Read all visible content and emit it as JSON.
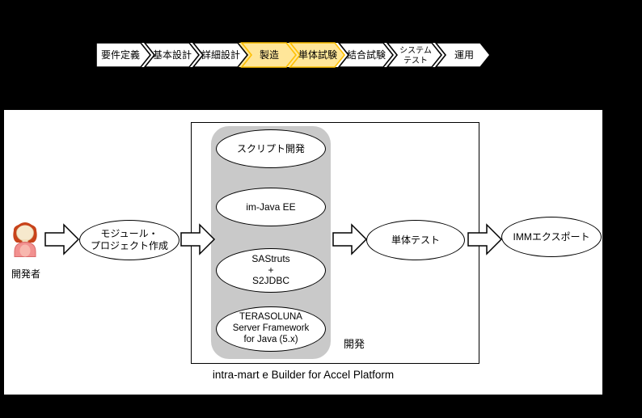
{
  "flow": {
    "colors": {
      "normal_fill": "#ffffff",
      "normal_border": "#000000",
      "highlight_fill": "#ffe699",
      "highlight_border": "#ffc000"
    },
    "steps": [
      {
        "label": "要件定義",
        "highlight": false
      },
      {
        "label": "基本設計",
        "highlight": false
      },
      {
        "label": "詳細設計",
        "highlight": false
      },
      {
        "label": "製造",
        "highlight": true
      },
      {
        "label": "単体試験",
        "highlight": true
      },
      {
        "label": "結合試験",
        "highlight": false
      },
      {
        "lines": [
          "システム",
          "テスト"
        ],
        "highlight": false
      },
      {
        "label": "運用",
        "highlight": false
      }
    ]
  },
  "diagram": {
    "actor": {
      "label": "開発者",
      "icon": "developer-person-icon"
    },
    "group_label": "開発",
    "nodes": {
      "module_project": {
        "lines": [
          "モジュール・",
          "プロジェクト作成"
        ]
      },
      "script_dev": {
        "label": "スクリプト開発"
      },
      "im_java_ee": {
        "label": "im-Java EE"
      },
      "sastruts": {
        "lines": [
          "SAStruts",
          "+",
          "S2JDBC"
        ]
      },
      "terasoluna": {
        "lines": [
          "TERASOLUNA",
          "Server Framework",
          "for Java (5.x)"
        ]
      },
      "unit_test": {
        "label": "単体テスト"
      },
      "imm_export": {
        "label": "IMMエクスポート"
      }
    },
    "footer": "intra-mart e Builder for Accel Platform"
  }
}
